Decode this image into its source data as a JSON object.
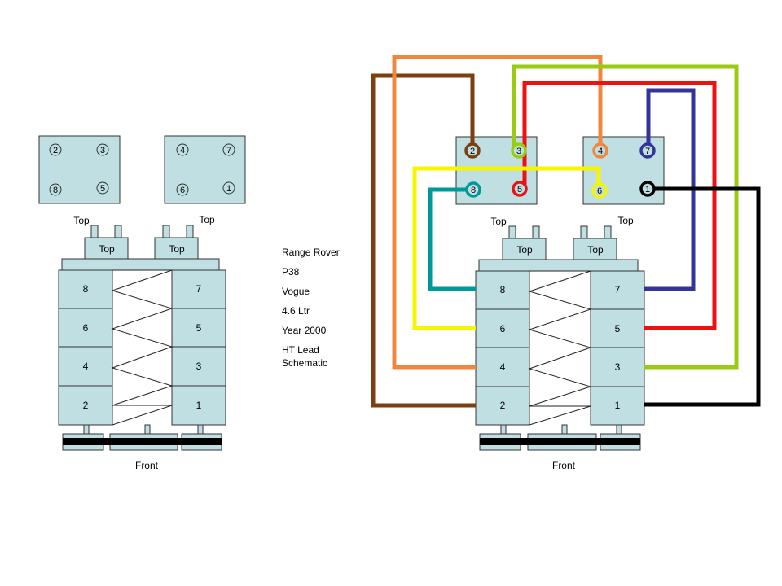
{
  "left_engine": {
    "coil_left": [
      "2",
      "3",
      "8",
      "5"
    ],
    "coil_right": [
      "4",
      "7",
      "6",
      "1"
    ],
    "coil_top_labels": [
      "Top",
      "Top"
    ],
    "caps": [
      "Top",
      "Top"
    ],
    "left_bank": [
      "8",
      "6",
      "4",
      "2"
    ],
    "right_bank": [
      "7",
      "5",
      "3",
      "1"
    ],
    "front_label": "Front"
  },
  "right_engine": {
    "coil_left": [
      "2",
      "3",
      "8",
      "5"
    ],
    "coil_right": [
      "4",
      "7",
      "6",
      "1"
    ],
    "coil_top_labels": [
      "Top",
      "Top"
    ],
    "caps": [
      "Top",
      "Top"
    ],
    "left_bank": [
      "8",
      "6",
      "4",
      "2"
    ],
    "right_bank": [
      "7",
      "5",
      "3",
      "1"
    ],
    "front_label": "Front"
  },
  "notes": [
    "Range Rover",
    "P38",
    "Vogue",
    "4.6 Ltr",
    "Year 2000",
    "HT Lead Schematic"
  ],
  "leads": [
    {
      "cylinder": "1",
      "color": "#000000"
    },
    {
      "cylinder": "2",
      "color": "#7b3f12"
    },
    {
      "cylinder": "3",
      "color": "#99cc11"
    },
    {
      "cylinder": "4",
      "color": "#f0873c"
    },
    {
      "cylinder": "5",
      "color": "#ee1111"
    },
    {
      "cylinder": "6",
      "color": "#f6f600"
    },
    {
      "cylinder": "7",
      "color": "#333399"
    },
    {
      "cylinder": "8",
      "color": "#009999"
    }
  ]
}
